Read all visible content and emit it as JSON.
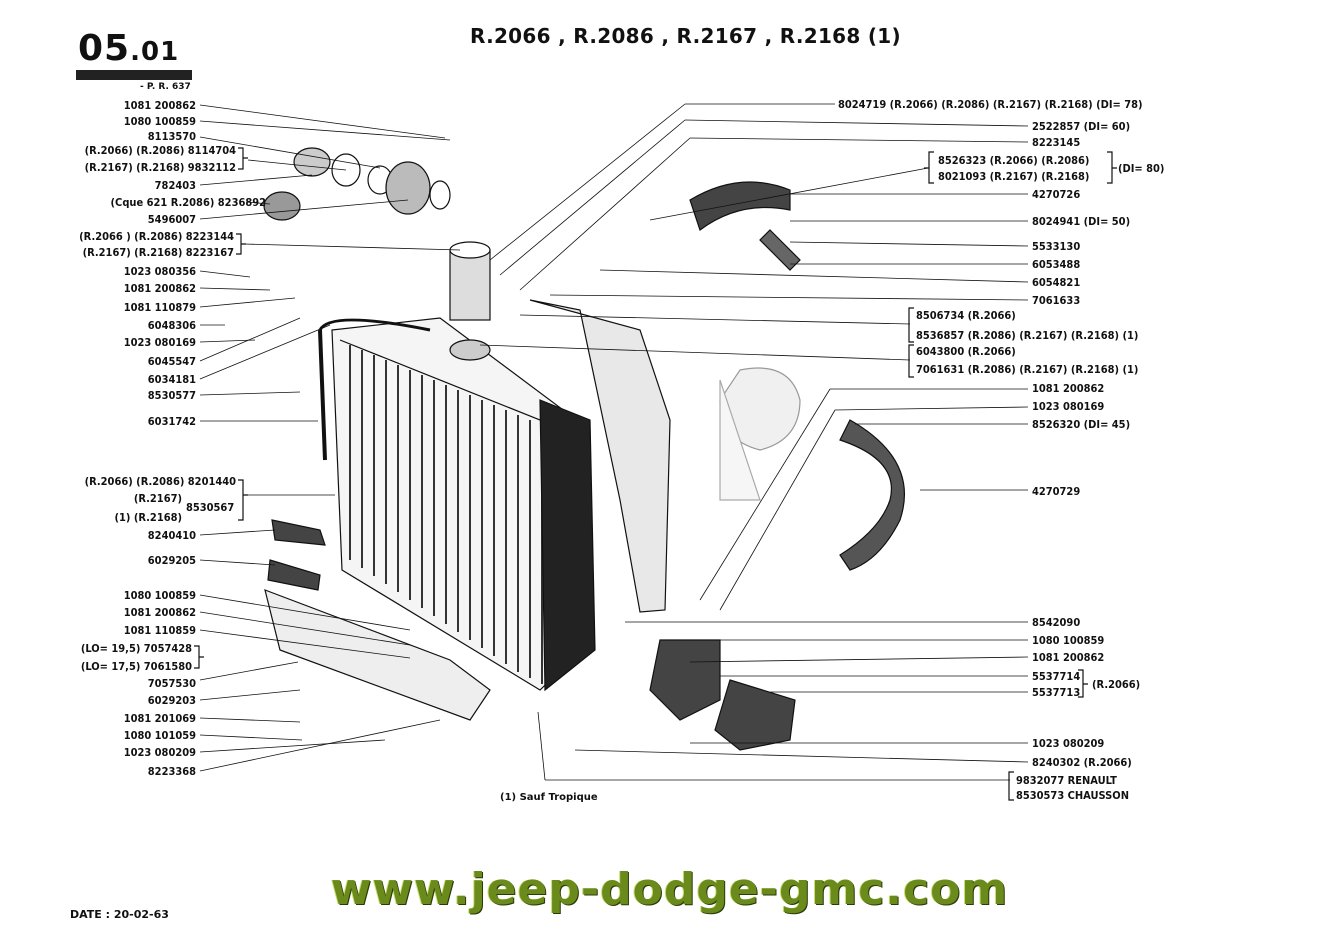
{
  "header": {
    "section_major": "05",
    "section_minor": ".01",
    "pr_ref": "- P. R. 637",
    "title": "R.2066 , R.2086 , R.2167 , R.2168 (1)"
  },
  "left_labels": [
    "1081 200862",
    "1080 100859",
    "8113570",
    "(R.2066) (R.2086) 8114704",
    "(R.2167) (R.2168) 9832112",
    "782403",
    "(Cque 621 R.2086) 8236892",
    "5496007",
    "(R.2066 ) (R.2086) 8223144",
    "(R.2167) (R.2168) 8223167",
    "1023 080356",
    "1081 200862",
    "1081 110879",
    "6048306",
    "1023 080169",
    "6045547",
    "6034181",
    "8530577",
    "6031742",
    "(R.2066) (R.2086) 8201440",
    "(R.2167)",
    "(1) (R.2168)",
    "8530567",
    "8240410",
    "6029205",
    "1080 100859",
    "1081 200862",
    "1081 110859",
    "(LO= 19,5) 7057428",
    "(LO= 17,5) 7061580",
    "7057530",
    "6029203",
    "1081 201069",
    "1080 101059",
    "1023 080209",
    "8223368"
  ],
  "right_labels": [
    "8024719 (R.2066) (R.2086) (R.2167) (R.2168) (DI= 78)",
    "2522857 (DI= 60)",
    "8223145",
    "8526323 (R.2066) (R.2086)",
    "8021093 (R.2167) (R.2168)",
    "(DI= 80)",
    "4270726",
    "8024941 (DI= 50)",
    "5533130",
    "6053488",
    "6054821",
    "7061633",
    "8506734 (R.2066)",
    "8536857 (R.2086) (R.2167) (R.2168) (1)",
    "6043800 (R.2066)",
    "7061631 (R.2086) (R.2167) (R.2168) (1)",
    "1081 200862",
    "1023 080169",
    "8526320 (DI= 45)",
    "4270729",
    "8542090",
    "1080 100859",
    "1081 200862",
    "5537714",
    "5537713",
    "(R.2066)",
    "1023 080209",
    "8240302 (R.2066)",
    "9832077 RENAULT",
    "8530573 CHAUSSON"
  ],
  "footnote": "(1) Sauf Tropique",
  "watermark": "www.jeep-dodge-gmc.com",
  "date": "DATE : 20-02-63"
}
